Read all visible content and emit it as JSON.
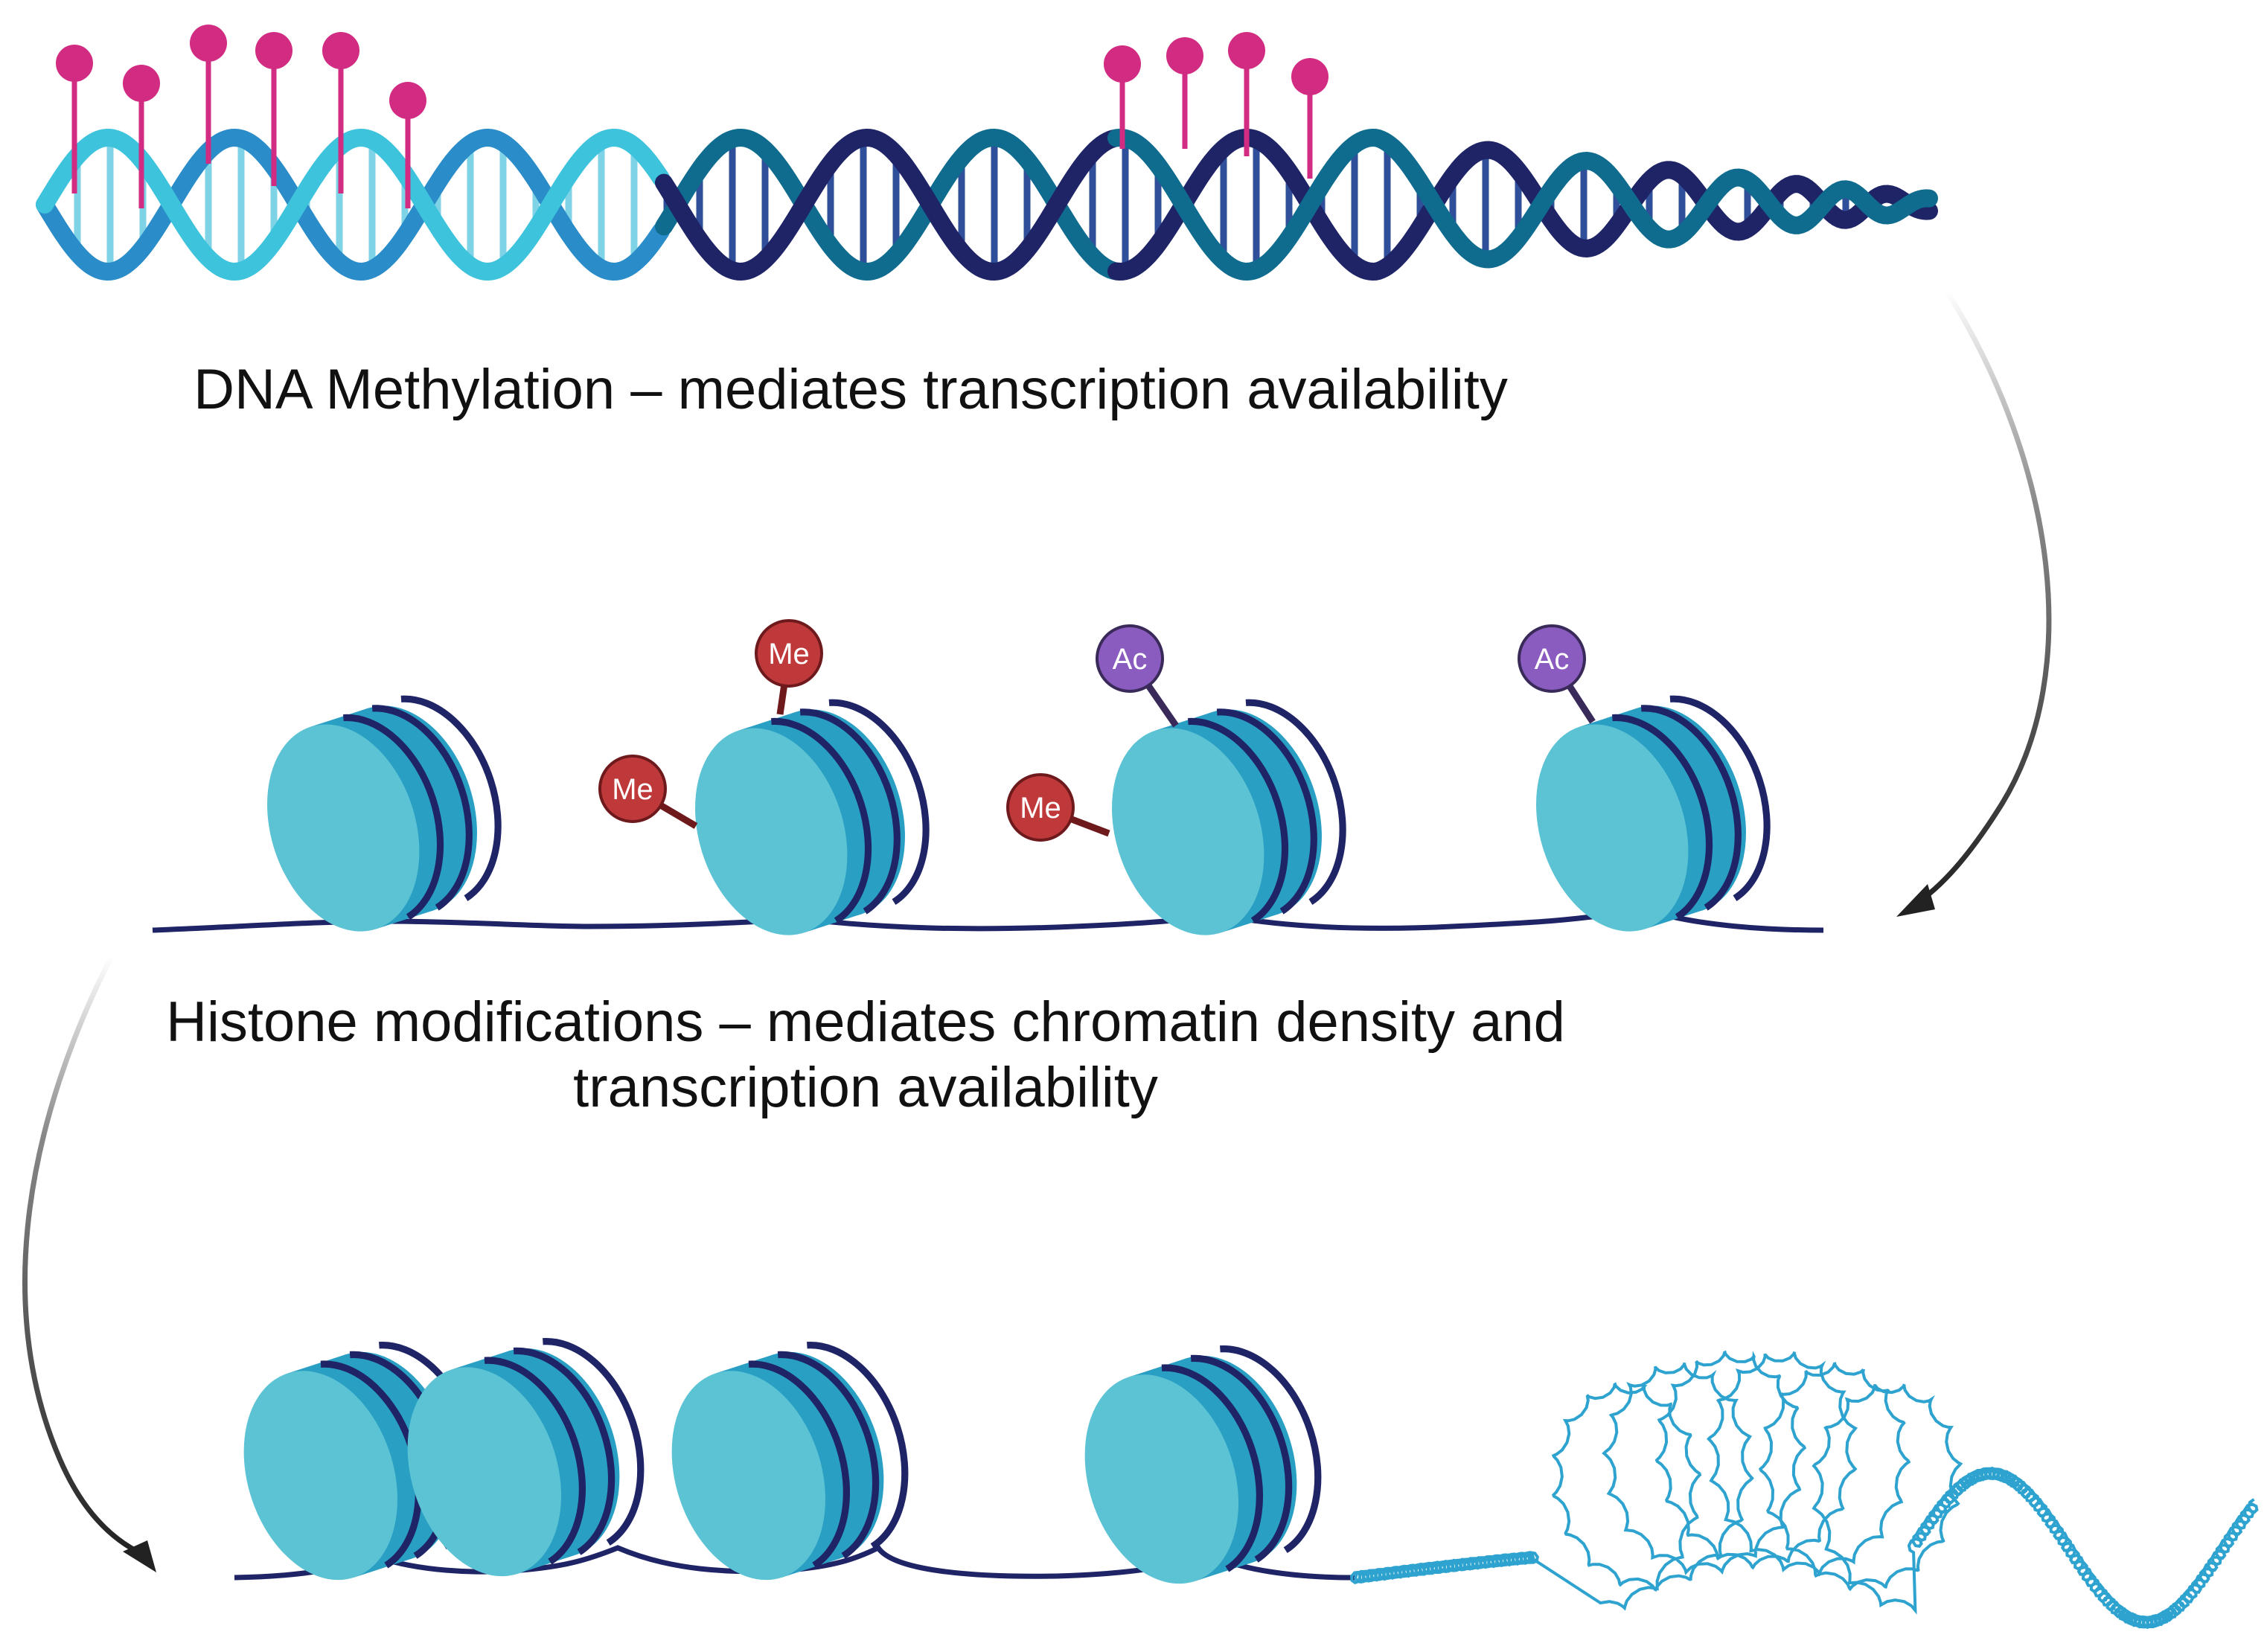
{
  "captions": {
    "dna_methylation": "DNA Methylation – mediates transcription availability",
    "histone_line1": "Histone modifications – mediates chromatin density and",
    "histone_line2": "transcription availability"
  },
  "marks": {
    "methyl": "Me",
    "acetyl": "Ac"
  },
  "colors": {
    "dna_light": "#3ec3dc",
    "dna_mid": "#2a8cc8",
    "dna_dark": "#1e2466",
    "dna_teal": "#0f6c8f",
    "methyl_pin": "#d12b82",
    "nucleosome_face": "#5bc3d4",
    "nucleosome_side": "#2a9fc4",
    "wrap_line": "#1e2466",
    "me_circle": "#c0393a",
    "me_stem": "#6e1a1d",
    "ac_circle": "#8b5cc0",
    "chromatin_coil": "#2fa3cf",
    "arrow": "#222222"
  }
}
